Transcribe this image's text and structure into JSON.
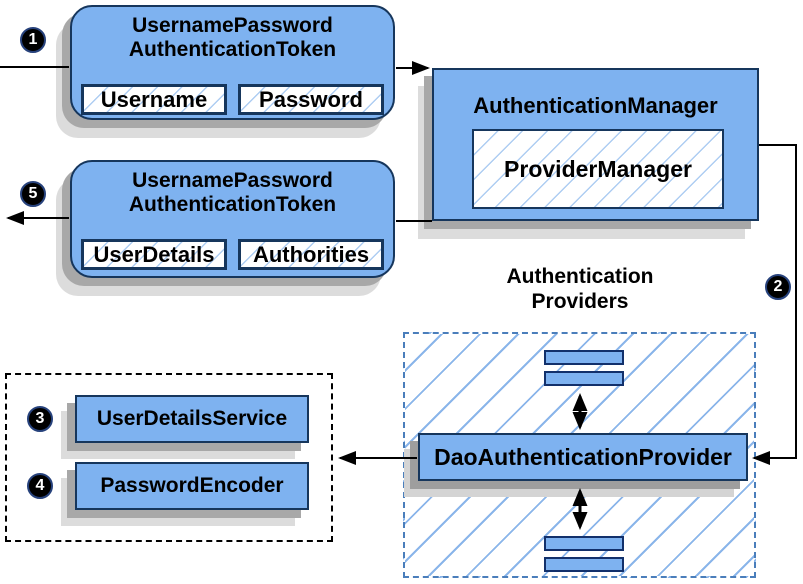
{
  "badges": {
    "step1": "1",
    "step2": "2",
    "step3": "3",
    "step4": "4",
    "step5": "5"
  },
  "request_token": {
    "title": "UsernamePassword\nAuthenticationToken",
    "field1": "Username",
    "field2": "Password"
  },
  "response_token": {
    "title": "UsernamePassword\nAuthenticationToken",
    "field1": "UserDetails",
    "field2": "Authorities"
  },
  "auth_manager": {
    "title": "AuthenticationManager",
    "inner_label": "ProviderManager"
  },
  "providers": {
    "group_label": "Authentication\nProviders",
    "main_provider": "DaoAuthenticationProvider"
  },
  "services": {
    "user_details_service": "UserDetailsService",
    "password_encoder": "PasswordEncoder"
  },
  "colors": {
    "box_fill": "#7eb2f0",
    "box_border": "#16365c",
    "hatch_line_small": "#aecdf2",
    "hatch_line_big": "#8ab5ea",
    "providers_dashed_border": "#4a7ebb",
    "services_dashed_border": "#000000",
    "shadow_dark": "#a8a8a8",
    "shadow_light": "#dcdcdc",
    "arrow": "#000000",
    "badge_background": "#000000",
    "badge_text": "#ffffff"
  }
}
